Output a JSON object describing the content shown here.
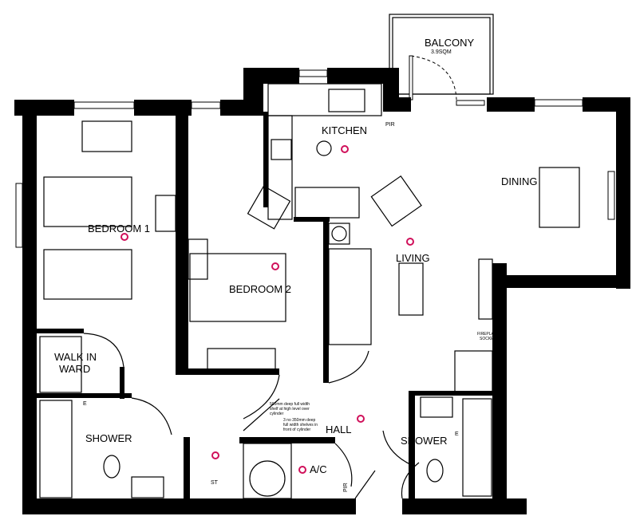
{
  "rooms": {
    "balcony": "BALCONY",
    "balcony_area": "3.9SQM",
    "kitchen": "KITCHEN",
    "dining": "DINING",
    "living": "LIVING",
    "bedroom1": "BEDROOM 1",
    "bedroom2": "BEDROOM 2",
    "walk_in_ward_1": "WALK IN",
    "walk_in_ward_2": "WARD",
    "shower_left": "SHOWER",
    "shower_right": "SHOWER",
    "hall": "HALL",
    "ac": "A/C",
    "st": "ST"
  },
  "annotations": {
    "pir_kitchen": "PIR",
    "pir_hall": "PIR",
    "fireplace_1": "FIREPLACE",
    "fireplace_2": "SOCKET",
    "shelf_note_1": "500mm deep full width",
    "shelf_note_2": "shelf at high level over",
    "shelf_note_3": "cylinder",
    "shelves_note_1": "3 no 350mm deep",
    "shelves_note_2": "full width shelves in",
    "shelves_note_3": "front of cylinder",
    "e_left": "E",
    "e_right": "E"
  },
  "colors": {
    "walls": "#000000",
    "socket": "#d0105a"
  }
}
